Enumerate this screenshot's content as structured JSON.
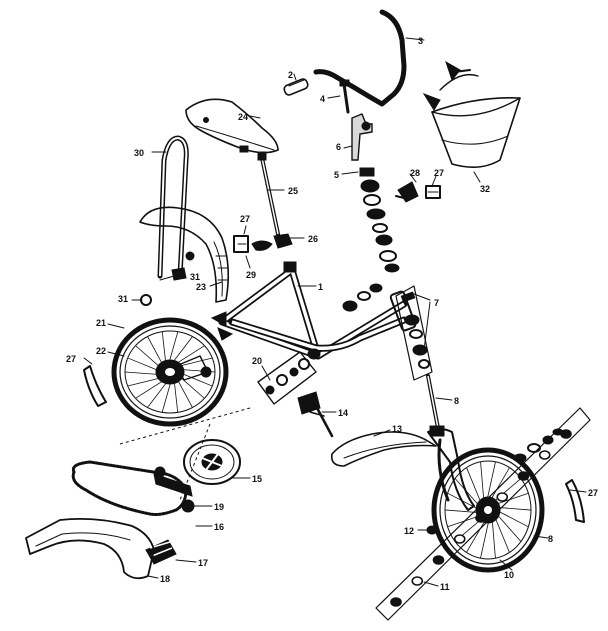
{
  "callouts": [
    {
      "id": "c1",
      "num": "1"
    },
    {
      "id": "c2",
      "num": "2"
    },
    {
      "id": "c3",
      "num": "3"
    },
    {
      "id": "c4",
      "num": "4"
    },
    {
      "id": "c5",
      "num": "5"
    },
    {
      "id": "c6",
      "num": "6"
    },
    {
      "id": "c7",
      "num": "7"
    },
    {
      "id": "c8a",
      "num": "8"
    },
    {
      "id": "c8b",
      "num": "8"
    },
    {
      "id": "c10",
      "num": "10"
    },
    {
      "id": "c11",
      "num": "11"
    },
    {
      "id": "c12",
      "num": "12"
    },
    {
      "id": "c13",
      "num": "13"
    },
    {
      "id": "c14",
      "num": "14"
    },
    {
      "id": "c15",
      "num": "15"
    },
    {
      "id": "c16",
      "num": "16"
    },
    {
      "id": "c17",
      "num": "17"
    },
    {
      "id": "c18",
      "num": "18"
    },
    {
      "id": "c19",
      "num": "19"
    },
    {
      "id": "c20",
      "num": "20"
    },
    {
      "id": "c21",
      "num": "21"
    },
    {
      "id": "c22",
      "num": "22"
    },
    {
      "id": "c23",
      "num": "23"
    },
    {
      "id": "c24",
      "num": "24"
    },
    {
      "id": "c25",
      "num": "25"
    },
    {
      "id": "c26",
      "num": "26"
    },
    {
      "id": "c27a",
      "num": "27"
    },
    {
      "id": "c27b",
      "num": "27"
    },
    {
      "id": "c27c",
      "num": "27"
    },
    {
      "id": "c27d",
      "num": "27"
    },
    {
      "id": "c28",
      "num": "28"
    },
    {
      "id": "c29",
      "num": "29"
    },
    {
      "id": "c30",
      "num": "30"
    },
    {
      "id": "c31a",
      "num": "31"
    },
    {
      "id": "c31b",
      "num": "31"
    },
    {
      "id": "c32",
      "num": "32"
    }
  ]
}
